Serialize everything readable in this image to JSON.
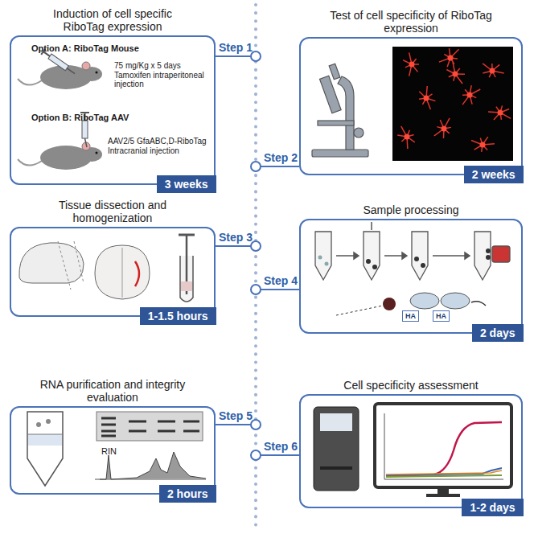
{
  "diagram": {
    "nodes": [
      {
        "text": [
          "Induction of cell specific RiboTag expression",
          "Option A: RiboTag Mouse",
          "75 mg/Kg x 5 days Tamoxifen intraperitoneal injection",
          "Option B: RiboTag AAV",
          "AAV2/5 GfaABC,D-RiboTag Intracranial injection",
          "3 weeks"
        ]
      },
      {
        "text": [
          "Test of cell specificity of RiboTag expression",
          "2 weeks"
        ]
      },
      {
        "text": [
          "Tissue dissection and homogenization",
          "1-1.5 hours"
        ]
      },
      {
        "text": [
          "Sample processing",
          "HA",
          "HA",
          "2 days"
        ]
      },
      {
        "text": [
          "RNA purification and integrity evaluation",
          "RIN",
          "2 hours"
        ]
      },
      {
        "text": [
          "Cell specificity assessment",
          "1-2 days"
        ]
      }
    ],
    "labels": [
      "Step 1",
      "Step 2",
      "Step 3",
      "Step 4",
      "Step 5",
      "Step 6"
    ]
  }
}
